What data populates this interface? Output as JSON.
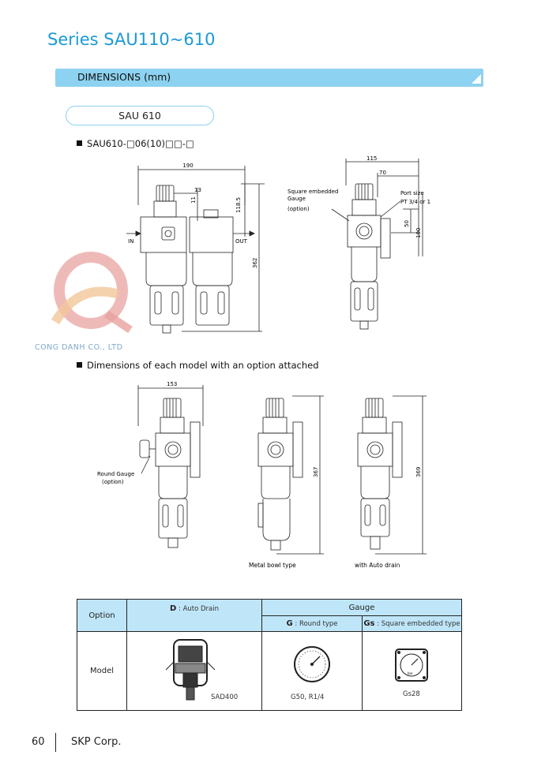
{
  "header": {
    "series_title": "Series SAU110~610",
    "dimensions_label": "DIMENSIONS (mm)",
    "model_pill": "SAU 610",
    "model_code": "SAU610-□06(10)□□-□"
  },
  "watermark": {
    "text": "CONG DANH CO., LTD"
  },
  "main_drawing": {
    "width_label": "190",
    "label_13": "13",
    "label_11": "11",
    "label_1185": "118.5",
    "label_362": "362",
    "in_label": "IN",
    "out_label": "OUT"
  },
  "side_drawing": {
    "label_115": "115",
    "label_70": "70",
    "gauge_note_1": "Square embedded",
    "gauge_note_2": "Gauge",
    "gauge_note_3": "(option)",
    "port_size": "Port size",
    "port_thread": "PT 3/4 or 1",
    "label_50": "50",
    "label_100": "100"
  },
  "options_section": {
    "heading": "Dimensions of each model with an option attached",
    "label_153": "153",
    "round_gauge": "Round Gauge",
    "round_gauge_option": "(option)",
    "label_367": "367",
    "label_369": "369",
    "metal_bowl": "Metal bowl type",
    "auto_drain": "with Auto drain"
  },
  "table": {
    "option_header": "Option",
    "d_code": "D",
    "d_text": " : Auto Drain",
    "gauge_header": "Gauge",
    "g_code": "G",
    "g_text": " : Round type",
    "gs_code": "Gs",
    "gs_text": " : Square embedded  type",
    "model_label": "Model",
    "sad_label": "SAD400",
    "g50_label": "G50, R1/4",
    "gs28_label": "Gs28",
    "bar_text": "bar"
  },
  "footer": {
    "page_number": "60",
    "company": "SKP Corp."
  },
  "colors": {
    "accent_blue": "#1a9ad6",
    "bar_blue": "#8dd2f0",
    "table_header": "#bfe6f8",
    "watermark_red": "#e8a3a0",
    "watermark_orange": "#f3c79a"
  }
}
